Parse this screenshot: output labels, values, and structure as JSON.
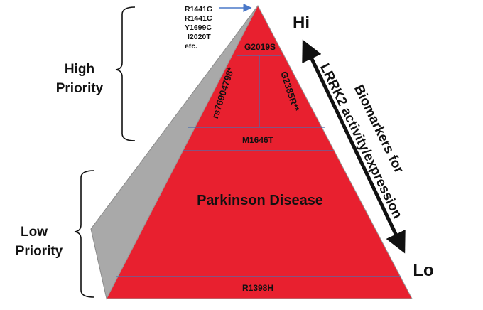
{
  "priority": {
    "high_line1": "High",
    "high_line2": "Priority",
    "low_line1": "Low",
    "low_line2": "Priority"
  },
  "top_variants": [
    "R1441G",
    "R1441C",
    "Y1699C",
    "I2020T",
    "etc."
  ],
  "tiers": {
    "apex": "G2019S",
    "left_split": "rs76904798*",
    "right_split": "G2385R**",
    "middle": "M1646T",
    "disease": "Parkinson Disease",
    "base": "R1398H"
  },
  "axis": {
    "hi": "Hi",
    "lo": "Lo",
    "line1": "Biomarkers for",
    "line2": "LRRK2 activity/expression"
  },
  "colors": {
    "green": "#1fa64a",
    "red": "#e8202f",
    "grey_face": "#a9a9a9",
    "divider": "#4a6fb0",
    "arrow_blue": "#4a78c8"
  }
}
